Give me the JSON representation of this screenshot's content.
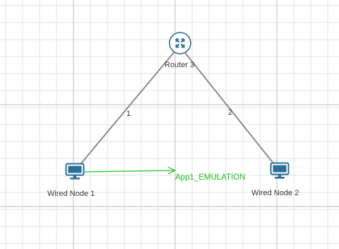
{
  "nodes": {
    "router": {
      "label": "Router 3",
      "icon": "router-icon"
    },
    "node1": {
      "label": "Wired Node 1",
      "icon": "computer-icon"
    },
    "node2": {
      "label": "Wired Node 2",
      "icon": "computer-icon"
    }
  },
  "links": {
    "link1": {
      "label": "1"
    },
    "link2": {
      "label": "2"
    }
  },
  "application": {
    "label": "App1_EMULATION",
    "color": "#22c11f"
  },
  "colors": {
    "link": "#8c8c8c",
    "router_fill": "#ffffff",
    "router_stroke": "#2a6f98",
    "node_screen": "#2a6f98",
    "grid_minor": "#e3e3e3",
    "grid_major": "#bdbdbd"
  }
}
